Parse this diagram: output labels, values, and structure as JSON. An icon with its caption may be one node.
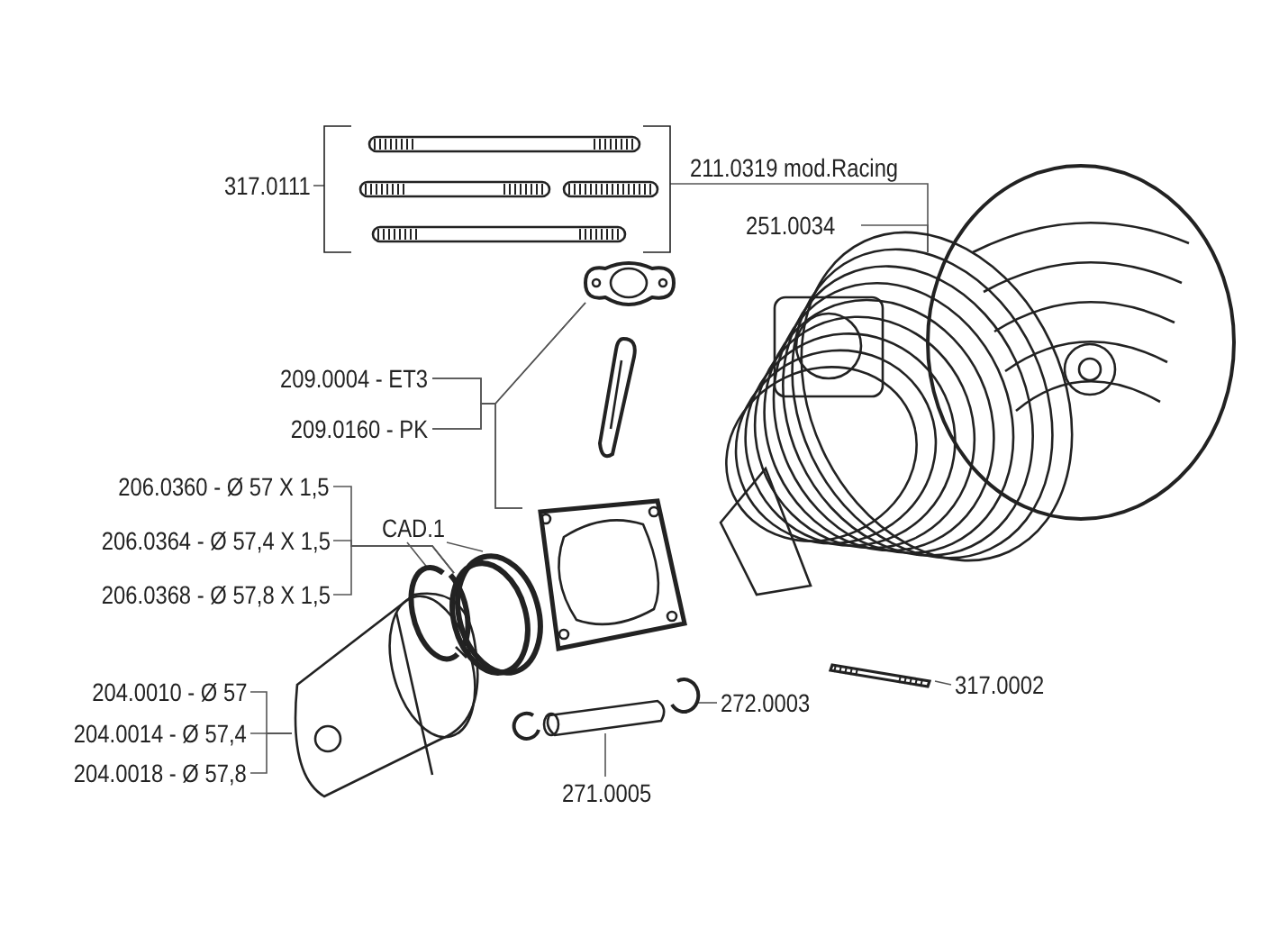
{
  "diagram": {
    "nodes": [
      {
        "text": [
          "317.0111"
        ]
      },
      {
        "text": [],
        "shape": "picture"
      },
      {
        "text": [
          "211.0319 mod.Racing"
        ]
      },
      {
        "text": [
          "251.0034"
        ]
      },
      {
        "text": [],
        "shape": "picture"
      },
      {
        "text": [
          "209.0004 - ET3"
        ]
      },
      {
        "text": [
          "209.0160 - PK"
        ]
      },
      {
        "text": [],
        "shape": "picture"
      },
      {
        "text": [],
        "shape": "picture"
      },
      {
        "text": [
          "206.0360 - Ø 57 X 1,5"
        ]
      },
      {
        "text": [
          "206.0364 - Ø 57,4 X 1,5"
        ]
      },
      {
        "text": [
          "206.0368 - Ø 57,8 X 1,5"
        ]
      },
      {
        "text": [
          "CAD.1"
        ]
      },
      {
        "text": [],
        "shape": "picture"
      },
      {
        "text": [],
        "shape": "picture"
      },
      {
        "text": [
          "204.0010 - Ø 57"
        ]
      },
      {
        "text": [
          "204.0014 - Ø 57,4"
        ]
      },
      {
        "text": [
          "204.0018 - Ø 57,8"
        ]
      },
      {
        "text": [],
        "shape": "picture"
      },
      {
        "text": [],
        "shape": "picture"
      },
      {
        "text": [],
        "shape": "picture"
      },
      {
        "text": [
          "272.0003"
        ]
      },
      {
        "text": [],
        "shape": "picture"
      },
      {
        "text": [
          "271.0005"
        ]
      },
      {
        "text": [],
        "shape": "picture"
      },
      {
        "text": [
          "317.0002"
        ]
      }
    ],
    "edges": [
      {
        "from": 0,
        "to": 1,
        "arrow": "none"
      },
      {
        "from": 2,
        "to": 1,
        "arrow": "none"
      },
      {
        "from": 2,
        "to": 4,
        "arrow": "none"
      },
      {
        "from": 3,
        "to": 4,
        "arrow": "none"
      },
      {
        "from": 5,
        "to": 7,
        "arrow": "none"
      },
      {
        "from": 5,
        "to": 8,
        "arrow": "none"
      },
      {
        "from": 6,
        "to": 7,
        "arrow": "none"
      },
      {
        "from": 6,
        "to": 8,
        "arrow": "none"
      },
      {
        "from": 9,
        "to": 14,
        "arrow": "none"
      },
      {
        "from": 10,
        "to": 14,
        "arrow": "none"
      },
      {
        "from": 11,
        "to": 14,
        "arrow": "none"
      },
      {
        "from": 12,
        "to": 13,
        "arrow": "none"
      },
      {
        "from": 12,
        "to": 14,
        "arrow": "none"
      },
      {
        "from": 15,
        "to": 18,
        "arrow": "none"
      },
      {
        "from": 16,
        "to": 18,
        "arrow": "none"
      },
      {
        "from": 17,
        "to": 18,
        "arrow": "none"
      },
      {
        "from": 21,
        "to": 20,
        "arrow": "none"
      },
      {
        "from": 23,
        "to": 22,
        "arrow": "none"
      },
      {
        "from": 25,
        "to": 24,
        "arrow": "none"
      }
    ]
  }
}
